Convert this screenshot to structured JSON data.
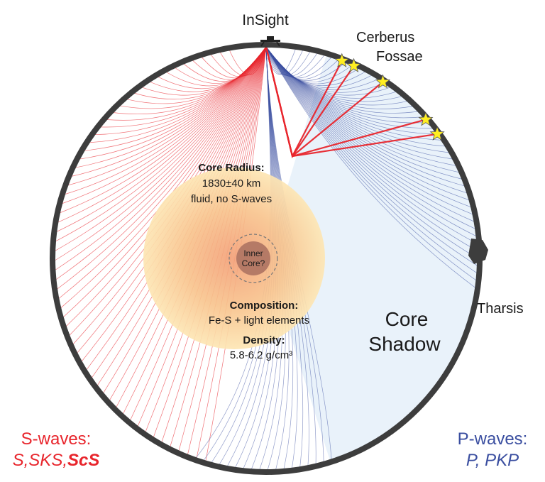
{
  "station": {
    "label": "InSight"
  },
  "sources": {
    "label_line1": "Cerberus",
    "label_line2": "Fossae"
  },
  "tharsis": {
    "label": "Tharsis"
  },
  "core": {
    "radius_title": "Core Radius:",
    "radius_value": "1830±40 km",
    "radius_note": "fluid, no S-waves",
    "inner_line1": "Inner",
    "inner_line2": "Core?",
    "composition_title": "Composition:",
    "composition_value": "Fe-S + light elements",
    "density_title": "Density:",
    "density_value": "5.8-6.2 g/cm³"
  },
  "shadow": {
    "line1": "Core",
    "line2": "Shadow"
  },
  "legend": {
    "s_title": "S-waves:",
    "s_list_plain": "S,SKS,",
    "s_list_bold": "ScS",
    "p_title": "P-waves:",
    "p_list": "P, PKP"
  },
  "colors": {
    "s_wave": "#e8252c",
    "p_wave": "#3a4ea0",
    "mantle_rim": "#3d3d3d",
    "core_center": "#f5a27a",
    "core_edge": "#fde5b0",
    "shadow_fill": "#eef5fb",
    "star": "#ffee22"
  }
}
